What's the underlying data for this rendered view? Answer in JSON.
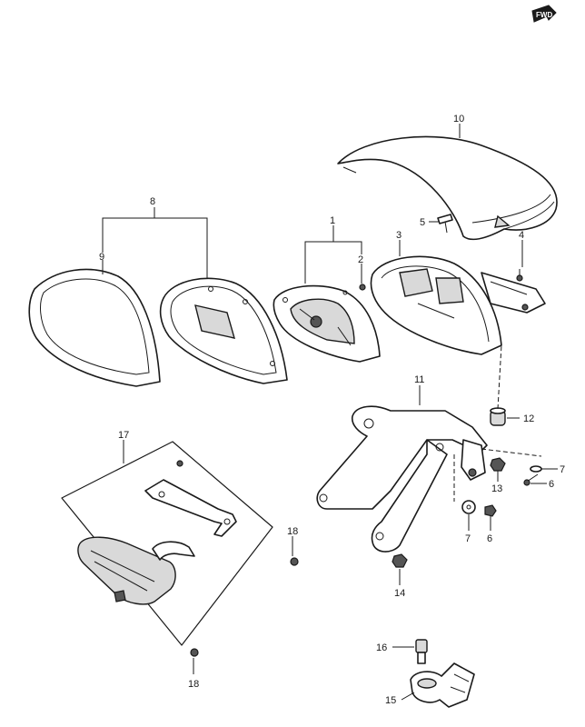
{
  "front_arrow": {
    "label": "FWD"
  },
  "callouts": [
    {
      "id": "c1",
      "label": "1",
      "part": "meter-unit"
    },
    {
      "id": "c2",
      "label": "2",
      "part": "screw"
    },
    {
      "id": "c3",
      "label": "3",
      "part": "lower-case"
    },
    {
      "id": "c4",
      "label": "4",
      "part": "screw"
    },
    {
      "id": "c5",
      "label": "5",
      "part": "screw"
    },
    {
      "id": "c6a",
      "label": "6",
      "part": "bolt"
    },
    {
      "id": "c6b",
      "label": "6",
      "part": "bolt"
    },
    {
      "id": "c7a",
      "label": "7",
      "part": "washer"
    },
    {
      "id": "c7b",
      "label": "7",
      "part": "washer"
    },
    {
      "id": "c8",
      "label": "8",
      "part": "upper-case-assembly"
    },
    {
      "id": "c9",
      "label": "9",
      "part": "lens-rim"
    },
    {
      "id": "c10",
      "label": "10",
      "part": "meter-cover"
    },
    {
      "id": "c11",
      "label": "11",
      "part": "meter-bracket"
    },
    {
      "id": "c12",
      "label": "12",
      "part": "cushion"
    },
    {
      "id": "c13",
      "label": "13",
      "part": "nut"
    },
    {
      "id": "c14",
      "label": "14",
      "part": "nut"
    },
    {
      "id": "c15",
      "label": "15",
      "part": "sensor"
    },
    {
      "id": "c16",
      "label": "16",
      "part": "bolt"
    },
    {
      "id": "c17",
      "label": "17",
      "part": "tail-lamp-assembly"
    },
    {
      "id": "c18a",
      "label": "18",
      "part": "screw"
    },
    {
      "id": "c18b",
      "label": "18",
      "part": "screw"
    }
  ]
}
